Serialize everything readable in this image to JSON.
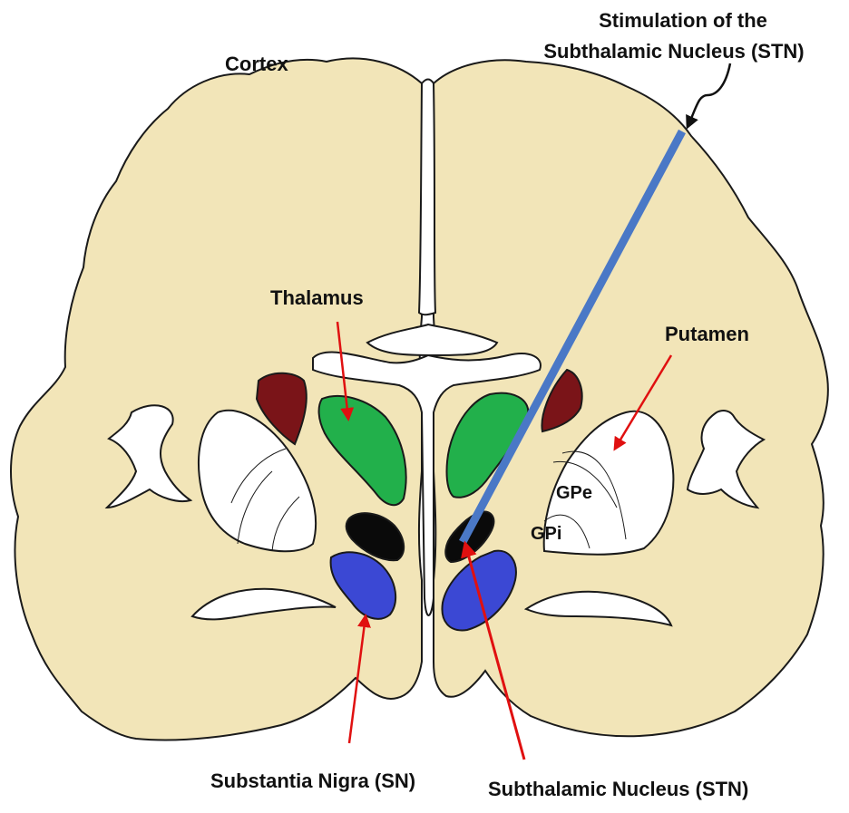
{
  "labels": {
    "cortex": "Cortex",
    "stimulation_line1": "Stimulation of the",
    "stimulation_line2": "Subthalamic Nucleus (STN)",
    "thalamus": "Thalamus",
    "putamen": "Putamen",
    "gpe": "GPe",
    "gpi": "GPi",
    "substantia_nigra": "Substantia Nigra (SN)",
    "subthalamic_nucleus": "Subthalamic Nucleus (STN)"
  },
  "colors": {
    "tissue": "#f2e5b8",
    "outline": "#1a1a1a",
    "thalamus": "#22b04b",
    "stn": "#0a0a0a",
    "substantia_nigra": "#3b48d4",
    "globus_pallidus_dark": "#7a1418",
    "electrode": "#4a78c6",
    "arrow": "#e01010",
    "ventricle": "#ffffff"
  }
}
